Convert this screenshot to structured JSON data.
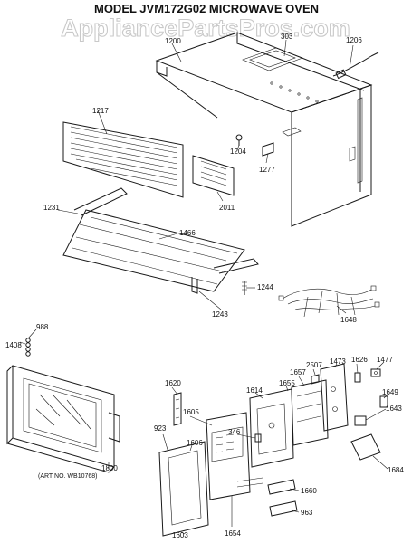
{
  "title": "MODEL JVM172G02 MICROWAVE OVEN",
  "watermark": "AppliancePartsPros.com",
  "art_no": "(ART NO. WB10768)",
  "parts": [
    "1200",
    "303",
    "1206",
    "1217",
    "1204",
    "1277",
    "2011",
    "1231",
    "1466",
    "1244",
    "1243",
    "1648",
    "1408",
    "988",
    "1620",
    "2507",
    "1473",
    "1626",
    "1477",
    "1657",
    "1649",
    "1614",
    "1655",
    "1605",
    "1643",
    "923",
    "1606",
    "346",
    "1684",
    "1800",
    "1660",
    "963",
    "1603",
    "1654"
  ]
}
